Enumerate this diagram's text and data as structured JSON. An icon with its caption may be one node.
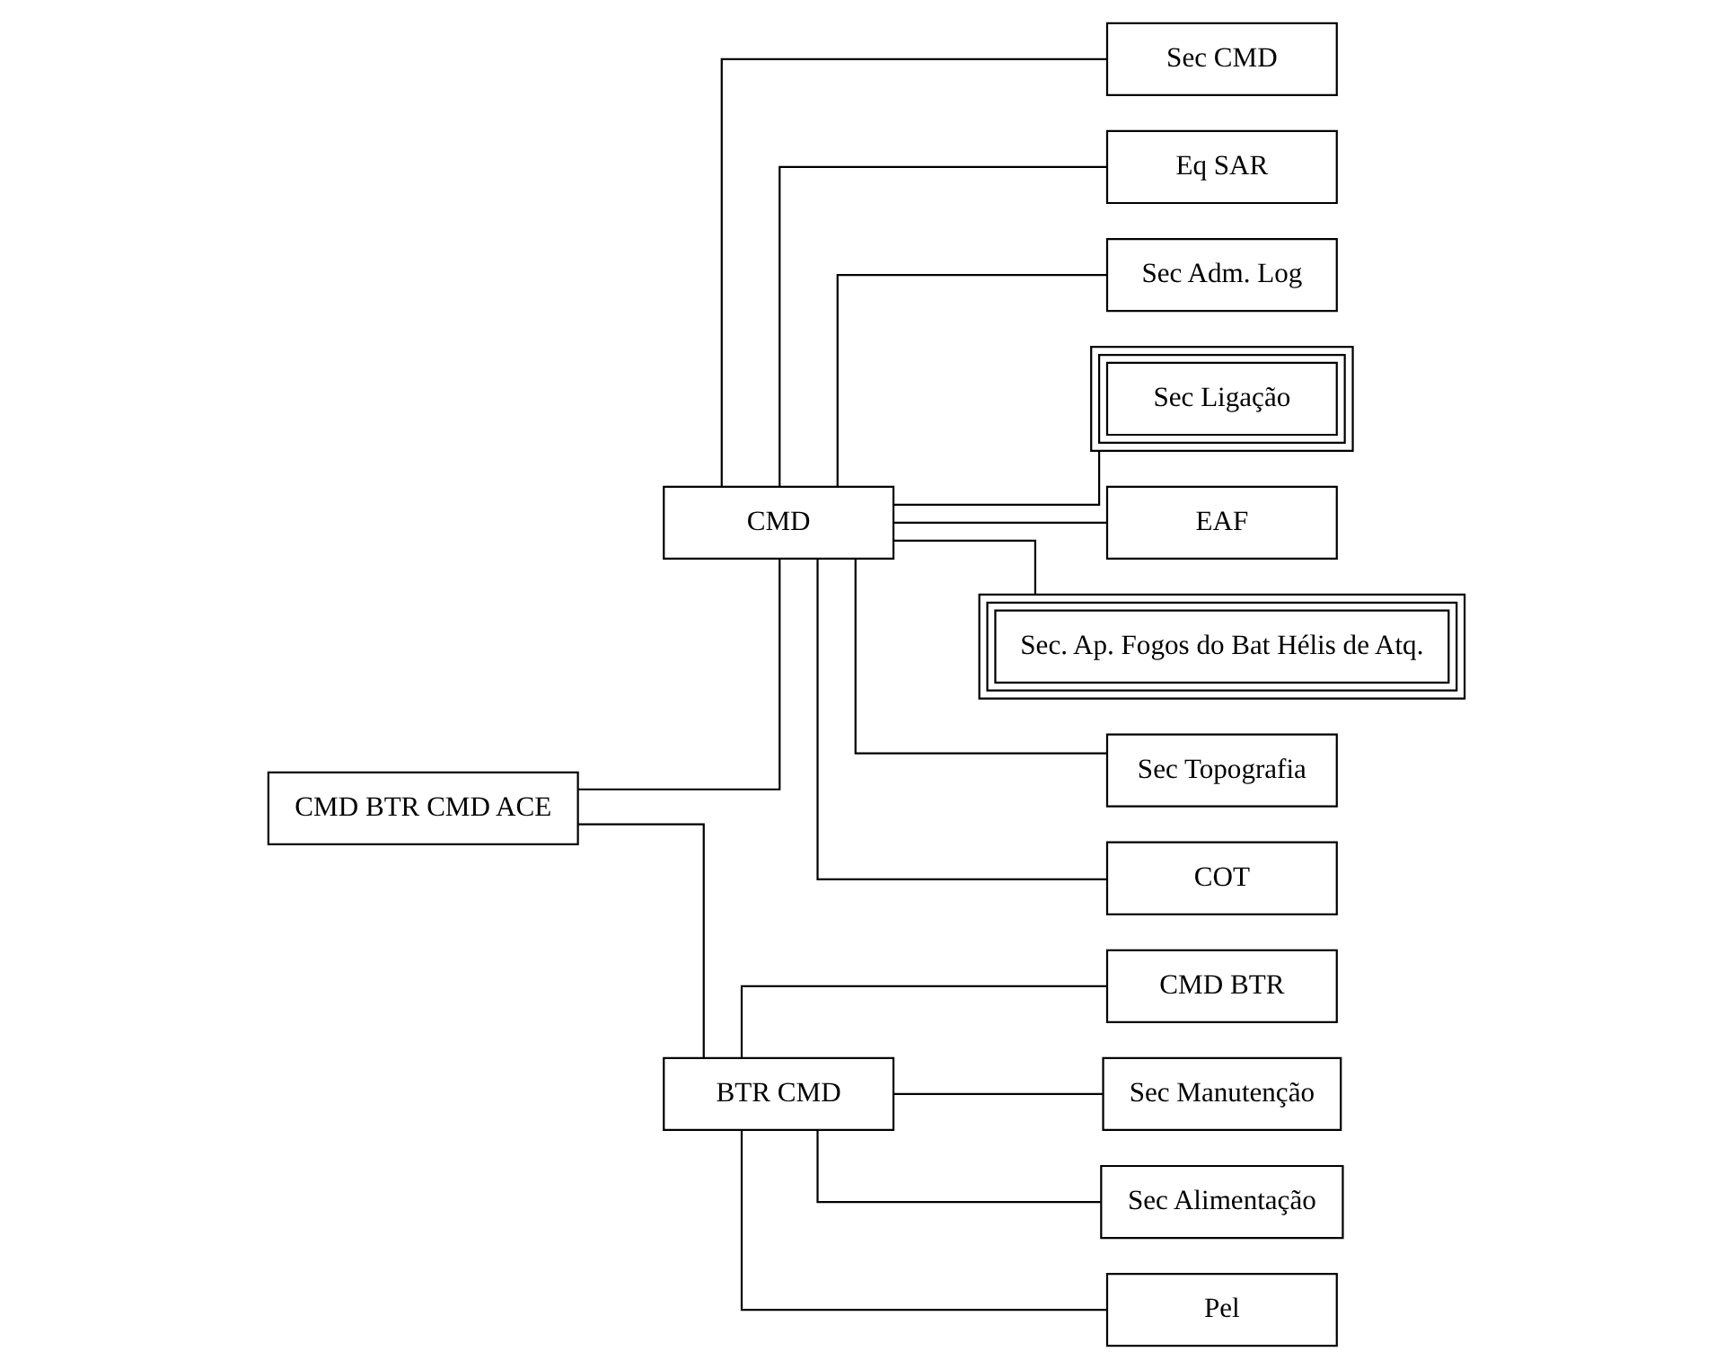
{
  "diagram": {
    "nodes": [
      {
        "text": [
          "CMD BTR CMD ACE"
        ]
      },
      {
        "text": [
          "CMD"
        ]
      },
      {
        "text": [
          "BTR CMD"
        ]
      },
      {
        "text": [
          "Sec CMD"
        ]
      },
      {
        "text": [
          "Eq SAR"
        ]
      },
      {
        "text": [
          "Sec Adm. Log"
        ]
      },
      {
        "text": [
          "Sec Ligação"
        ]
      },
      {
        "text": [
          "EAF"
        ]
      },
      {
        "text": [
          "Sec. Ap. Fogos do Bat Hélis de Atq."
        ]
      },
      {
        "text": [
          "Sec Topografia"
        ]
      },
      {
        "text": [
          "COT"
        ]
      },
      {
        "text": [
          "CMD BTR"
        ]
      },
      {
        "text": [
          "Sec Manutenção"
        ]
      },
      {
        "text": [
          "Sec Alimentação"
        ]
      },
      {
        "text": [
          "Pel"
        ]
      }
    ],
    "edges": [
      {
        "from": 0,
        "to": 1,
        "arrow": "none"
      },
      {
        "from": 0,
        "to": 2,
        "arrow": "none"
      },
      {
        "from": 1,
        "to": 3,
        "arrow": "none"
      },
      {
        "from": 1,
        "to": 4,
        "arrow": "none"
      },
      {
        "from": 1,
        "to": 5,
        "arrow": "none"
      },
      {
        "from": 1,
        "to": 6,
        "arrow": "none"
      },
      {
        "from": 1,
        "to": 7,
        "arrow": "none"
      },
      {
        "from": 1,
        "to": 8,
        "arrow": "none"
      },
      {
        "from": 1,
        "to": 9,
        "arrow": "none"
      },
      {
        "from": 1,
        "to": 10,
        "arrow": "none"
      },
      {
        "from": 2,
        "to": 11,
        "arrow": "none"
      },
      {
        "from": 2,
        "to": 12,
        "arrow": "none"
      },
      {
        "from": 2,
        "to": 13,
        "arrow": "none"
      },
      {
        "from": 2,
        "to": 14,
        "arrow": "none"
      }
    ]
  }
}
